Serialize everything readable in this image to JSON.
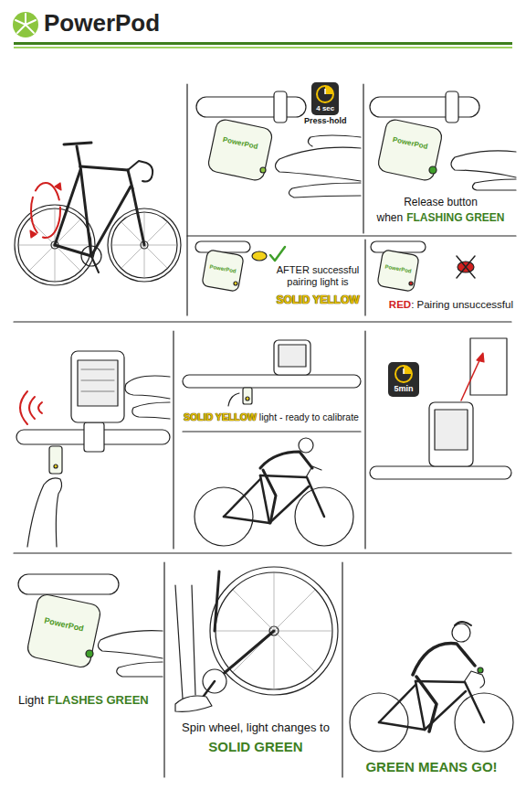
{
  "diagram": {
    "title": "PowerPod",
    "nodes": [
      {
        "text": [
          "4 sec",
          "Press-hold"
        ]
      },
      {
        "text": [
          "5min"
        ]
      }
    ],
    "labels": [
      "PowerPod",
      "PowerPod",
      "Release button",
      "when",
      "FLASHING GREEN",
      "PowerPod",
      "AFTER successful pairing light is",
      "SOLID YELLOW",
      "PowerPod",
      "RED",
      ": Pairing unsuccessful",
      "SOLID YELLOW",
      "light - ready to calibrate",
      "PowerPod",
      "Light",
      "FLASHES GREEN",
      "Spin wheel, light changes to",
      "SOLID GREEN",
      "GREEN MEANS GO!"
    ]
  }
}
